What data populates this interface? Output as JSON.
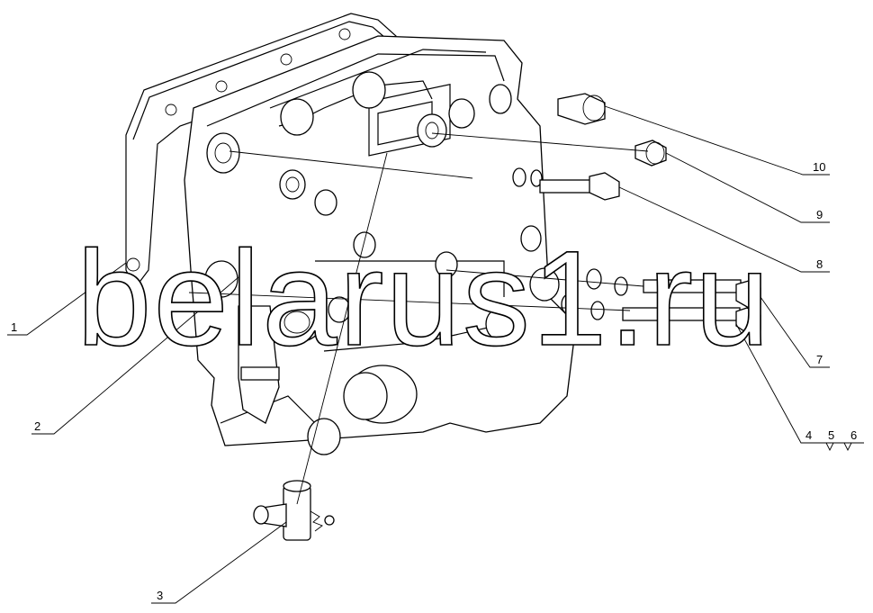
{
  "watermark": "belarus1.ru",
  "callouts": [
    {
      "id": "c1",
      "label": "1"
    },
    {
      "id": "c2",
      "label": "2"
    },
    {
      "id": "c3",
      "label": "3"
    },
    {
      "id": "c456a",
      "label": "4"
    },
    {
      "id": "c456b",
      "label": "5"
    },
    {
      "id": "c456c",
      "label": "6"
    },
    {
      "id": "c7",
      "label": "7"
    },
    {
      "id": "c8",
      "label": "8"
    },
    {
      "id": "c9",
      "label": "9"
    },
    {
      "id": "c10",
      "label": "10"
    }
  ]
}
